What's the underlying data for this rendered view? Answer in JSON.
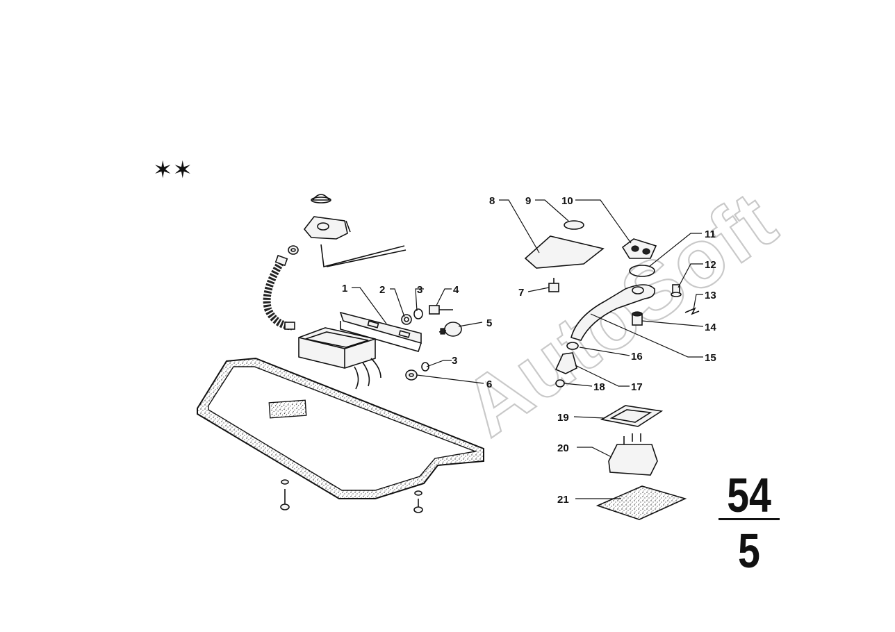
{
  "diagram": {
    "marker": "✶✶",
    "watermark": "AutoSoft",
    "group_number": "54",
    "sub_number": "5",
    "callouts": [
      {
        "id": "c1",
        "label": "1"
      },
      {
        "id": "c2",
        "label": "2"
      },
      {
        "id": "c3a",
        "label": "3"
      },
      {
        "id": "c3b",
        "label": "3"
      },
      {
        "id": "c4",
        "label": "4"
      },
      {
        "id": "c5",
        "label": "5"
      },
      {
        "id": "c6",
        "label": "6"
      },
      {
        "id": "c7",
        "label": "7"
      },
      {
        "id": "c8",
        "label": "8"
      },
      {
        "id": "c9",
        "label": "9"
      },
      {
        "id": "c10",
        "label": "10"
      },
      {
        "id": "c11",
        "label": "11"
      },
      {
        "id": "c12",
        "label": "12"
      },
      {
        "id": "c13",
        "label": "13"
      },
      {
        "id": "c14",
        "label": "14"
      },
      {
        "id": "c15",
        "label": "15"
      },
      {
        "id": "c16",
        "label": "16"
      },
      {
        "id": "c17",
        "label": "17"
      },
      {
        "id": "c18",
        "label": "18"
      },
      {
        "id": "c19",
        "label": "19"
      },
      {
        "id": "c20",
        "label": "20"
      },
      {
        "id": "c21",
        "label": "21"
      }
    ]
  }
}
